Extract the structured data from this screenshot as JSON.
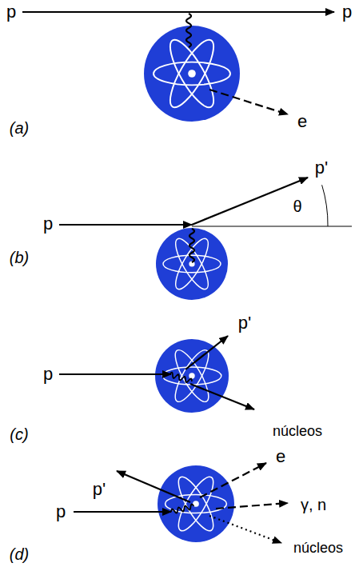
{
  "diagram": {
    "labels": [
      "p",
      "p",
      "e",
      "(a)",
      "p'",
      "θ",
      "p",
      "(b)",
      "p'",
      "p",
      "núcleos",
      "(c)",
      "p'",
      "e",
      "γ, n",
      "p",
      "núcleos",
      "(d)"
    ]
  }
}
